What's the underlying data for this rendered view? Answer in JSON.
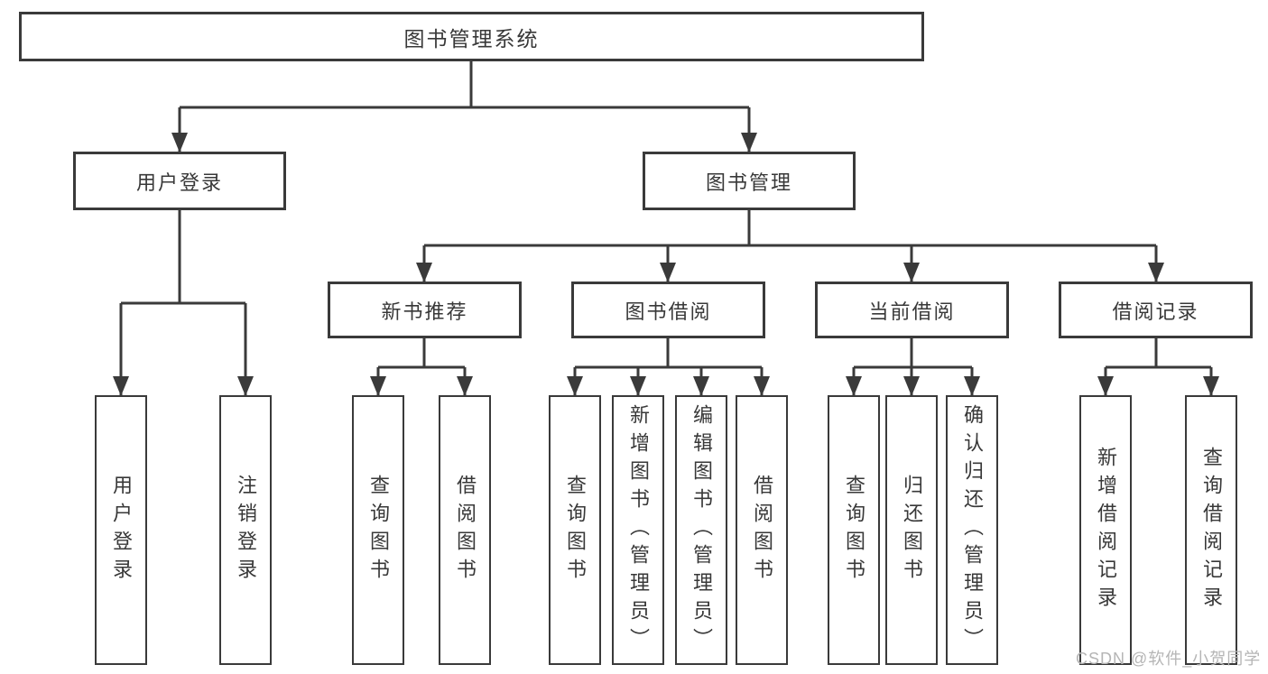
{
  "colors": {
    "line": "#3a3a3a",
    "box_border": "#3a3a3a",
    "text": "#383838",
    "watermark": "#b5b5b5",
    "background": "#ffffff"
  },
  "tree": {
    "root": {
      "label": "图书管理系统"
    },
    "branches": [
      {
        "label": "用户登录",
        "children": [
          {
            "label": "用户登录"
          },
          {
            "label": "注销登录"
          }
        ]
      },
      {
        "label": "图书管理",
        "children": [
          {
            "label": "新书推荐",
            "children": [
              {
                "label": "查询图书"
              },
              {
                "label": "借阅图书"
              }
            ]
          },
          {
            "label": "图书借阅",
            "children": [
              {
                "label": "查询图书"
              },
              {
                "label": "新增图书（管理员）"
              },
              {
                "label": "编辑图书（管理员）"
              },
              {
                "label": "借阅图书"
              }
            ]
          },
          {
            "label": "当前借阅",
            "children": [
              {
                "label": "查询图书"
              },
              {
                "label": "归还图书"
              },
              {
                "label": "确认归还（管理员）"
              }
            ]
          },
          {
            "label": "借阅记录",
            "children": [
              {
                "label": "新增借阅记录"
              },
              {
                "label": "查询借阅记录"
              }
            ]
          }
        ]
      }
    ]
  },
  "watermark": "CSDN @软件_小贺同学"
}
